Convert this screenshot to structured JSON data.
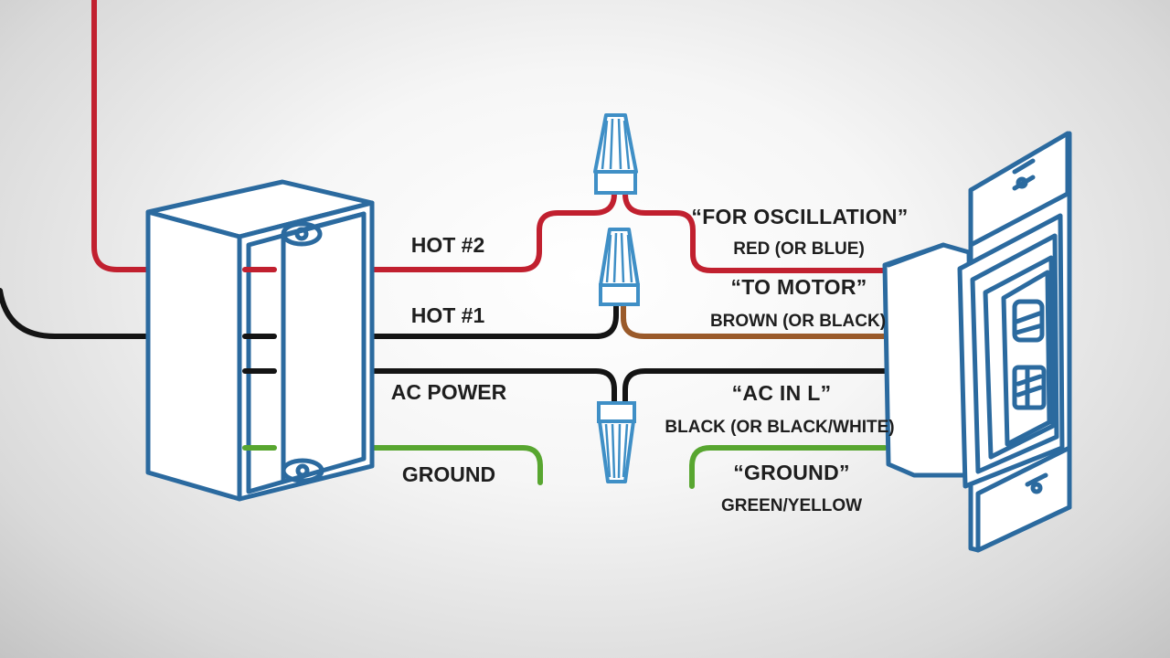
{
  "left_labels": {
    "hot2": "HOT #2",
    "hot1": "HOT #1",
    "ac_power": "AC POWER",
    "ground": "GROUND"
  },
  "right_labels": {
    "oscillation_title": "“FOR OSCILLATION”",
    "oscillation_color": "RED (OR BLUE)",
    "motor_title": "“TO MOTOR”",
    "motor_color": "BROWN (OR BLACK)",
    "ac_in_title": "“AC IN L”",
    "ac_in_color": "BLACK (OR BLACK/WHITE)",
    "ground_title": "“GROUND”",
    "ground_color": "GREEN/YELLOW"
  },
  "colors": {
    "red_wire": "#c1202f",
    "black_wire": "#141414",
    "brown_wire": "#9a5a2a",
    "green_wire": "#58a630",
    "outline_blue": "#2b6a9f",
    "connector_blue": "#3f8fc6"
  }
}
